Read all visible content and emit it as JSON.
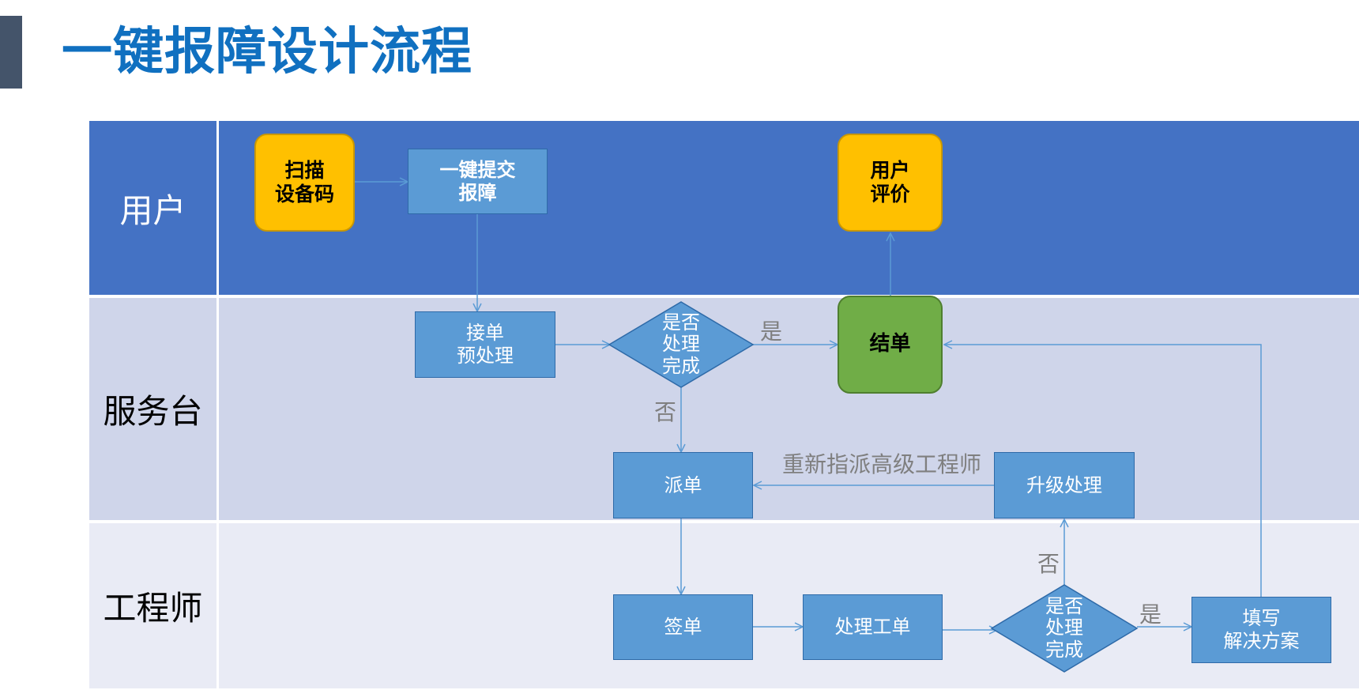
{
  "title": "一键报障设计流程",
  "lanes": {
    "user": "用户",
    "service_desk": "服务台",
    "engineer": "工程师"
  },
  "nodes": {
    "scan": "扫描\n设备码",
    "submit": "一键提交\n报障",
    "user_review": "用户\n评价",
    "accept": "接单\n预处理",
    "decision1": "是否\n处理\n完成",
    "close": "结单",
    "dispatch": "派单",
    "escalate": "升级处理",
    "sign": "签单",
    "process": "处理工单",
    "decision2": "是否\n处理\n完成",
    "solution": "填写\n解决方案"
  },
  "edge_labels": {
    "yes1": "是",
    "no1": "否",
    "reassign": "重新指派高级工程师",
    "no2": "否",
    "yes2": "是"
  },
  "colors": {
    "lane_user": "#4472c4",
    "lane_desk": "#cfd5ea",
    "lane_engineer": "#e9ebf5",
    "process_box": "#5b9bd5",
    "terminal_yellow": "#ffc000",
    "terminal_green": "#70ad47",
    "title": "#1070c0",
    "connector": "#5b9bd5"
  }
}
